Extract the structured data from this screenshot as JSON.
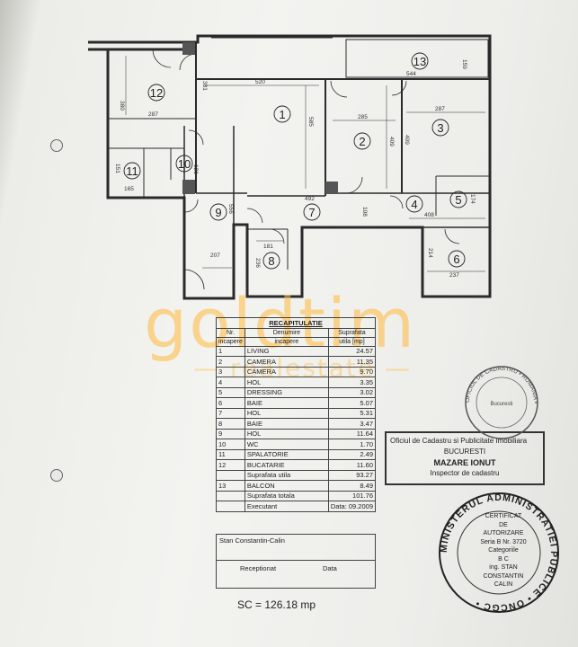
{
  "plan": {
    "rooms": [
      "1",
      "2",
      "3",
      "4",
      "5",
      "6",
      "7",
      "8",
      "9",
      "10",
      "11",
      "12",
      "13"
    ],
    "dimensions": {
      "r12_h": "380",
      "r12_w": "287",
      "r_top1": "520",
      "r_top2": "544",
      "r13_small": "159",
      "r1_h": "585",
      "r2_w": "285",
      "r2_h": "409",
      "r3_w": "287",
      "r3_h": "409",
      "wall_381": "381",
      "r11_h": "151",
      "r11_w": "165",
      "r10_h": "121",
      "r9_h": "556",
      "r7_w": "492",
      "r7_h": "108",
      "r4_w": "408",
      "r5_h": "174",
      "r8_w": "181",
      "r8_h": "236",
      "r9_w": "207",
      "r6_h": "214",
      "r6_w": "237"
    }
  },
  "watermark": {
    "main": "goldtim",
    "sub": "realestate"
  },
  "table": {
    "title": "RECAPITULATIE",
    "headers": [
      {
        "c1": "Nr.",
        "c2": "Denumire",
        "c3": "Suprafata"
      },
      {
        "c1": "incapere",
        "c2": "incapere",
        "c3": "utila [mp]"
      }
    ],
    "rows": [
      {
        "nr": "1",
        "name": "LIVING",
        "area": "24.57"
      },
      {
        "nr": "2",
        "name": "CAMERA",
        "area": "11.35"
      },
      {
        "nr": "3",
        "name": "CAMERA",
        "area": "9.70"
      },
      {
        "nr": "4",
        "name": "HOL",
        "area": "3.35"
      },
      {
        "nr": "5",
        "name": "DRESSING",
        "area": "3.02"
      },
      {
        "nr": "6",
        "name": "BAIE",
        "area": "5.07"
      },
      {
        "nr": "7",
        "name": "HOL",
        "area": "5.31"
      },
      {
        "nr": "8",
        "name": "BAIE",
        "area": "3.47"
      },
      {
        "nr": "9",
        "name": "HOL",
        "area": "11.64"
      },
      {
        "nr": "10",
        "name": "WC",
        "area": "1.70"
      },
      {
        "nr": "11",
        "name": "SPALATORIE",
        "area": "2.49"
      },
      {
        "nr": "12",
        "name": "BUCATARIE",
        "area": "11.60"
      }
    ],
    "utila_label": "Suprafata utila",
    "utila_value": "93.27",
    "balcon": {
      "nr": "13",
      "name": "BALCON",
      "area": "8.49"
    },
    "totala_label": "Suprafata totala",
    "totala_value": "101.76",
    "executant_label": "Executant",
    "executant_date": "Data: 09.2009",
    "executant_name": "Stan Constantin-Calin",
    "receptionat_label": "Receptionat",
    "receptionat_date": "Data"
  },
  "sc": "SC = 126.18 mp",
  "stamp_office": {
    "line1": "Oficiul de Cadastru si Publicitate Imobiliara",
    "line2": "BUCURESTI",
    "line3": "MAZARE IONUT",
    "line4": "Inspector de cadastru"
  },
  "stamp_round_small": {
    "ring": "OFICIUL DE CADASTRU • ROMANIA •",
    "inner": "Bucuresti"
  },
  "stamp_round_large": {
    "ring": "MINISTERUL ADMINISTRATIEI PUBLICE • ONCGC •",
    "l1": "CERTIFICAT",
    "l2": "DE",
    "l3": "AUTORIZARE",
    "l4": "Seria B Nr. 3720",
    "l5": "Categoriile",
    "l6": "B C",
    "l7": "ing. STAN",
    "l8": "CONSTANTIN",
    "l9": "CALIN"
  }
}
